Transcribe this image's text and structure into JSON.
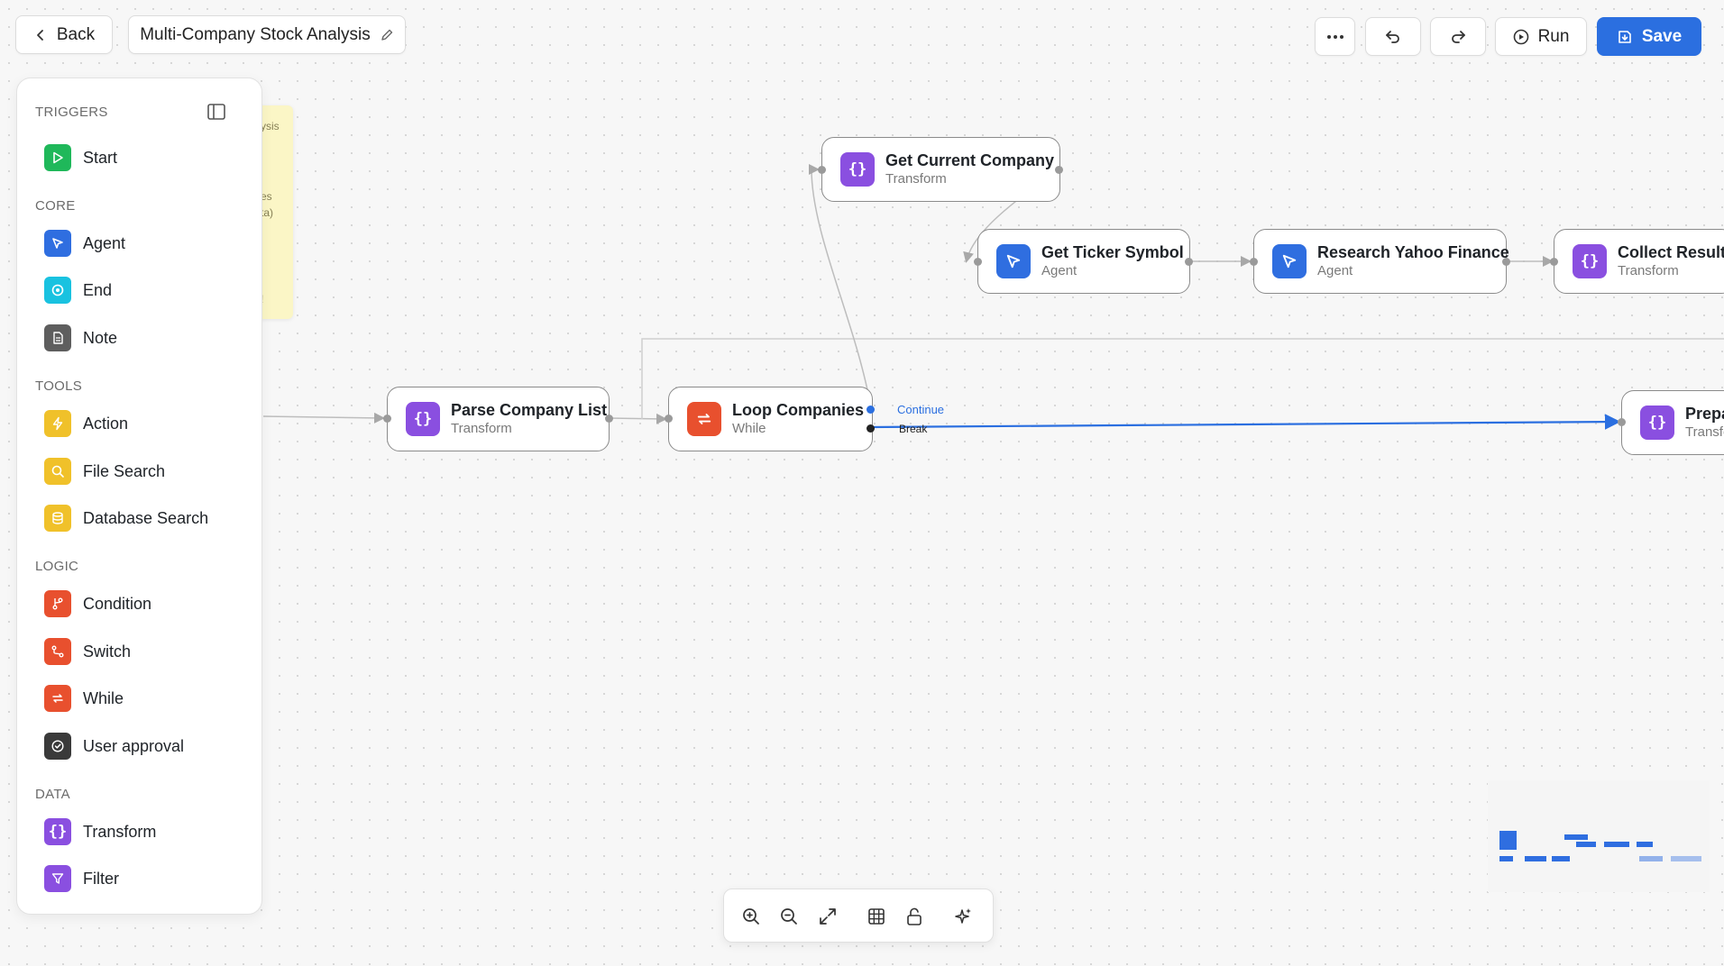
{
  "header": {
    "back_label": "Back",
    "workflow_title": "Multi-Company Stock Analysis",
    "run_label": "Run",
    "save_label": "Save"
  },
  "sidebar": {
    "sections": {
      "triggers": "TRIGGERS",
      "core": "CORE",
      "tools": "TOOLS",
      "logic": "LOGIC",
      "data": "DATA"
    },
    "items": {
      "start": "Start",
      "agent": "Agent",
      "end": "End",
      "note": "Note",
      "action": "Action",
      "file_search": "File Search",
      "database_search": "Database Search",
      "condition": "Condition",
      "switch": "Switch",
      "while": "While",
      "user_approval": "User approval",
      "transform": "Transform",
      "filter": "Filter"
    }
  },
  "note_peek": {
    "line1": "ysis",
    "line2": "es",
    "line3": "ta)",
    "line4": "!"
  },
  "nodes": {
    "get_current_company": {
      "title": "Get Current Company",
      "type": "Transform"
    },
    "get_ticker_symbol": {
      "title": "Get Ticker Symbol",
      "type": "Agent"
    },
    "research_yahoo": {
      "title": "Research Yahoo Finance",
      "type": "Agent"
    },
    "collect_result": {
      "title": "Collect Result",
      "type": "Transform"
    },
    "parse_company_list": {
      "title": "Parse Company List",
      "type": "Transform"
    },
    "loop_companies": {
      "title": "Loop Companies",
      "type": "While"
    },
    "prepare": {
      "title": "Prepa",
      "type": "Transfo"
    }
  },
  "edges": {
    "continue_label": "Continue",
    "break_label": "Break"
  },
  "icons": {
    "back": "chevron-left-icon",
    "edit": "pencil-icon",
    "more": "ellipsis-icon",
    "undo": "undo-icon",
    "redo": "redo-icon",
    "run": "play-circle-icon",
    "save": "save-icon",
    "sidebar_toggle": "panel-icon",
    "zoom_in": "zoom-in-icon",
    "zoom_out": "zoom-out-icon",
    "fit": "expand-icon",
    "grid": "grid-icon",
    "lock": "lock-icon",
    "magic": "sparkles-icon"
  },
  "colors": {
    "accent": "#2b6fe0",
    "transform": "#8a4fe0",
    "agent": "#2f6ee0",
    "while": "#e8502e",
    "start": "#1fb85a",
    "end": "#19c2e0",
    "tool": "#f0c12a"
  }
}
